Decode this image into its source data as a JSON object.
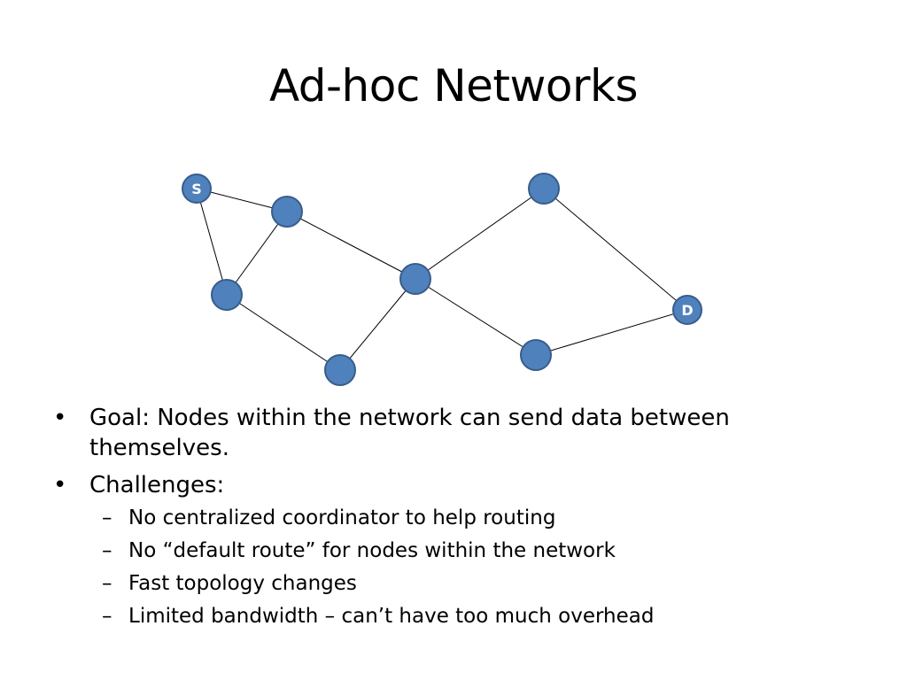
{
  "slide": {
    "title": "Ad-hoc Networks"
  },
  "diagram": {
    "node_color": "#4f81bd",
    "node_border_color": "#385d8a",
    "edge_color": "#000000",
    "nodes": [
      {
        "id": "s",
        "label": "S"
      },
      {
        "id": "n2",
        "label": ""
      },
      {
        "id": "n3",
        "label": ""
      },
      {
        "id": "n4",
        "label": ""
      },
      {
        "id": "n5",
        "label": ""
      },
      {
        "id": "n6",
        "label": ""
      },
      {
        "id": "n7",
        "label": ""
      },
      {
        "id": "d",
        "label": "D"
      }
    ],
    "edges": [
      [
        "s",
        "n2"
      ],
      [
        "s",
        "n3"
      ],
      [
        "n2",
        "n3"
      ],
      [
        "n3",
        "n4"
      ],
      [
        "n2",
        "n5"
      ],
      [
        "n4",
        "n5"
      ],
      [
        "n5",
        "n6"
      ],
      [
        "n5",
        "n7"
      ],
      [
        "n6",
        "d"
      ],
      [
        "n7",
        "d"
      ]
    ]
  },
  "bullets": [
    {
      "marker": "•",
      "text": "Goal: Nodes within the network can send data between themselves.",
      "sub": []
    },
    {
      "marker": "•",
      "text": "Challenges:",
      "sub": [
        {
          "marker": "–",
          "text": "No centralized coordinator to help routing"
        },
        {
          "marker": "–",
          "text": "No “default route” for nodes within the network"
        },
        {
          "marker": "–",
          "text": "Fast topology changes"
        },
        {
          "marker": "–",
          "text": "Limited bandwidth – can’t have too much overhead"
        }
      ]
    }
  ]
}
